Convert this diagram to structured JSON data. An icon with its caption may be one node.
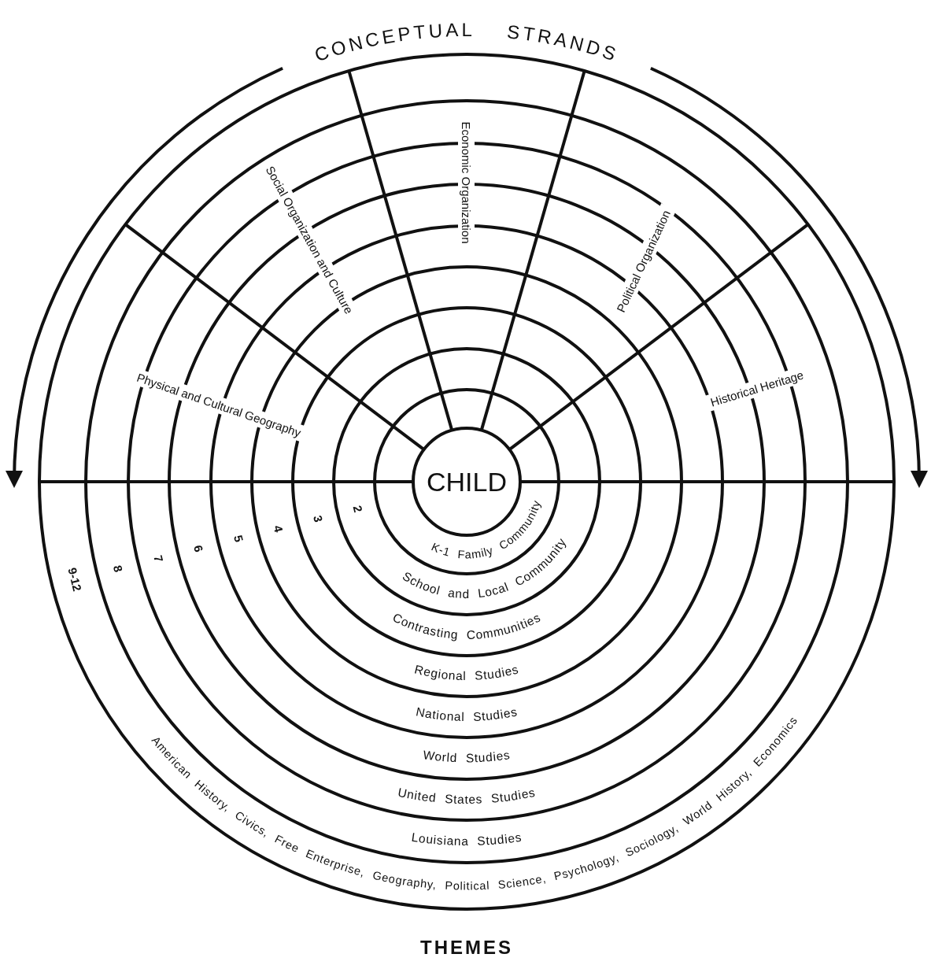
{
  "diagram": {
    "nodes": [
      {
        "text": [
          "CHILD"
        ]
      }
    ],
    "labels": [
      "CONCEPTUAL STRANDS",
      "Social Organization and Culture",
      "Economic Organization",
      "Political Organization",
      "Physical and Cultural Geography",
      "Historical Heritage",
      "K-1 Family Community",
      "2",
      "School and Local Community",
      "3",
      "Contrasting Communities",
      "4",
      "Regional Studies",
      "5",
      "National Studies",
      "6",
      "World Studies",
      "7",
      "United States Studies",
      "8",
      "Louisiana Studies",
      "9-12",
      "American History, Civics, Free Enterprise, Geography, Political Science, Psychology, Sociology, World History, Economics",
      "THEMES"
    ]
  }
}
